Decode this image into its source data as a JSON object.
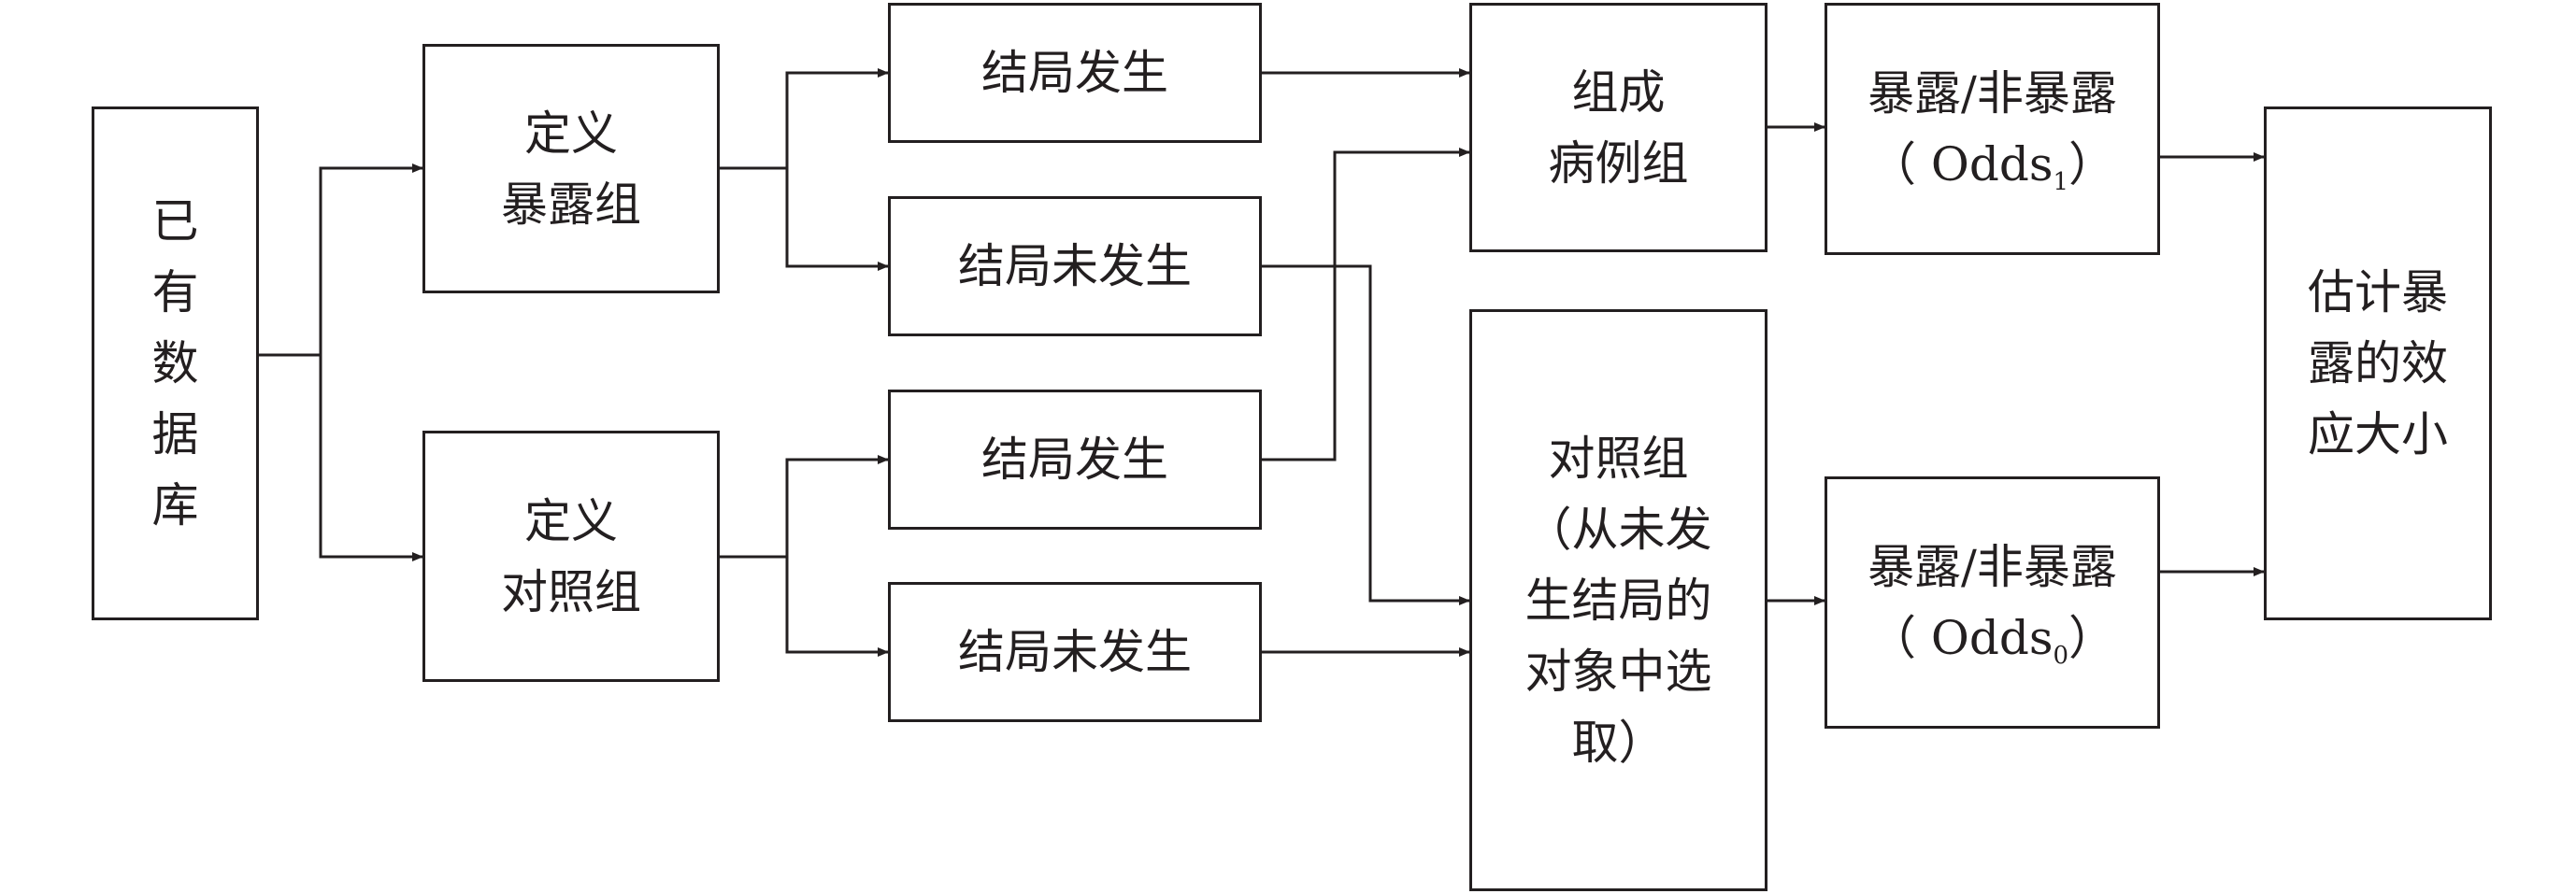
{
  "nodes": {
    "database": [
      "已",
      "有",
      "数",
      "据",
      "库"
    ],
    "define_exposure": [
      "定义",
      "暴露组"
    ],
    "define_control": [
      "定义",
      "对照组"
    ],
    "outcome_yes_1": [
      "结局发生"
    ],
    "outcome_no_1": [
      "结局未发生"
    ],
    "outcome_yes_2": [
      "结局发生"
    ],
    "outcome_no_2": [
      "结局未发生"
    ],
    "case_group": [
      "组成",
      "病例组"
    ],
    "control_group": [
      "对照组",
      "（从未发",
      "生结局的",
      "对象中选",
      "取）"
    ],
    "odds1": {
      "line1": "暴露/非暴露",
      "prefix": "（ Odds",
      "sub": "1",
      "suffix": "）"
    },
    "odds0": {
      "line1": "暴露/非暴露",
      "prefix": "（ Odds",
      "sub": "0",
      "suffix": "）"
    },
    "effect": [
      "估计暴",
      "露的效",
      "应大小"
    ]
  },
  "colors": {
    "line": "#231f20",
    "background": "#ffffff"
  }
}
